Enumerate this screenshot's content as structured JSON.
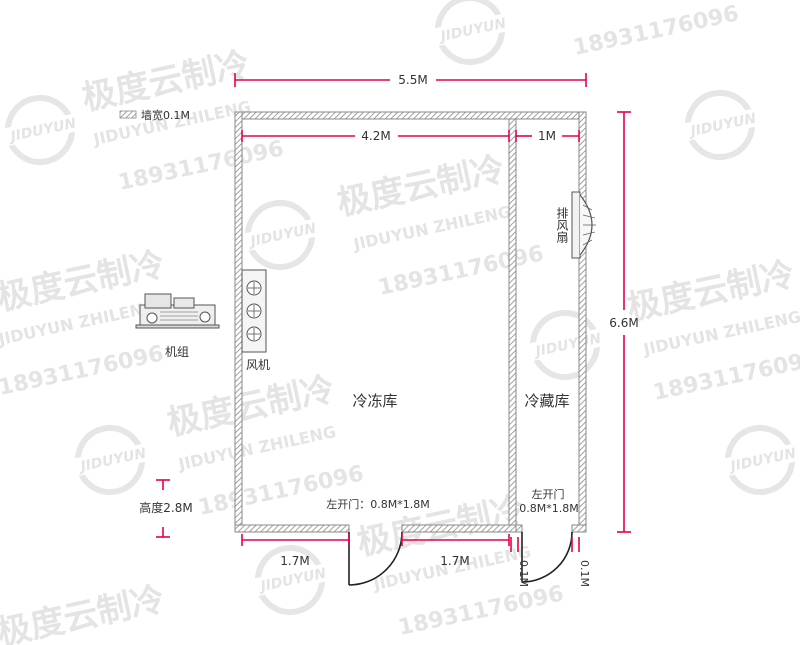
{
  "watermark": {
    "brand_cn": "极度云制冷",
    "brand_en": "JIDUYUN ZHILENG",
    "phone": "18931176096",
    "logo_text": "JIDUYUN"
  },
  "legend": {
    "wall_label": "墙宽0.1M"
  },
  "dimensions": {
    "total_width": "5.5M",
    "freezer_width": "4.2M",
    "cooler_width": "1M",
    "total_depth": "6.6M",
    "height": "高度2.8M",
    "wall_left_segment": "1.7M",
    "wall_mid_segment": "1.7M",
    "gap_left": "0.1M",
    "gap_right": "0.1M"
  },
  "rooms": {
    "freezer": {
      "name": "冷冻库",
      "door": "左开门：0.8M*1.8M"
    },
    "cooler": {
      "name": "冷藏库",
      "door_line1": "左开门",
      "door_line2": "0.8M*1.8M"
    }
  },
  "equipment": {
    "exhaust_fan": "排风扇",
    "evaporator": "风机",
    "condensing_unit": "机组"
  },
  "colors": {
    "dimension": "#e5004f",
    "wall": "#9a9a9a",
    "text": "#333333"
  }
}
